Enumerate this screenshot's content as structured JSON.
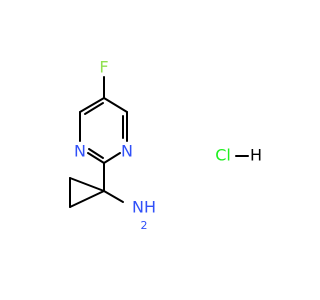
{
  "colors": {
    "bond": "#000000",
    "nitrogen": "#3050f8",
    "fluorine": "#90e050",
    "chlorine": "#1ff01f"
  },
  "atoms": {
    "fluorine": "F",
    "nitrogen_left": "N",
    "nitrogen_right": "N",
    "amine": "NH",
    "amine_subscript": "2",
    "chlorine_salt": "Cl",
    "hydrogen_salt": "H"
  }
}
